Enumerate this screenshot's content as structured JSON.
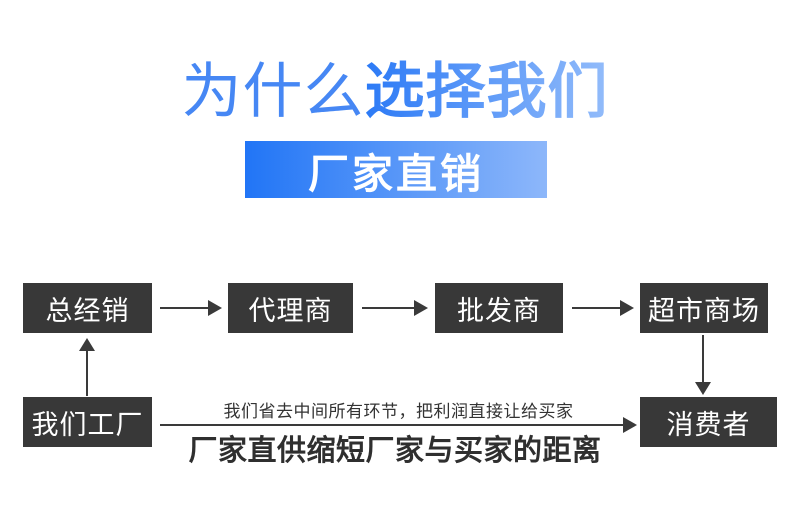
{
  "title": {
    "light": "为什么",
    "bold": "选择我们"
  },
  "banner": {
    "label": "厂家直销"
  },
  "flow": {
    "chain": [
      "总经销",
      "代理商",
      "批发商",
      "超市商场"
    ],
    "factory": "我们工厂",
    "consumer": "消费者",
    "note": "我们省去中间所有环节，把利润直接让给买家",
    "slogan": "厂家直供缩短厂家与买家的距离"
  },
  "colors": {
    "accent_blue_start": "#2175f6",
    "accent_blue_end": "#8db7fa",
    "title_light_blue": "#4687f4",
    "box_dark": "#383838",
    "arrow_dark": "#3a3a3a",
    "text_dark": "#2f2f2f",
    "background": "#ffffff"
  }
}
